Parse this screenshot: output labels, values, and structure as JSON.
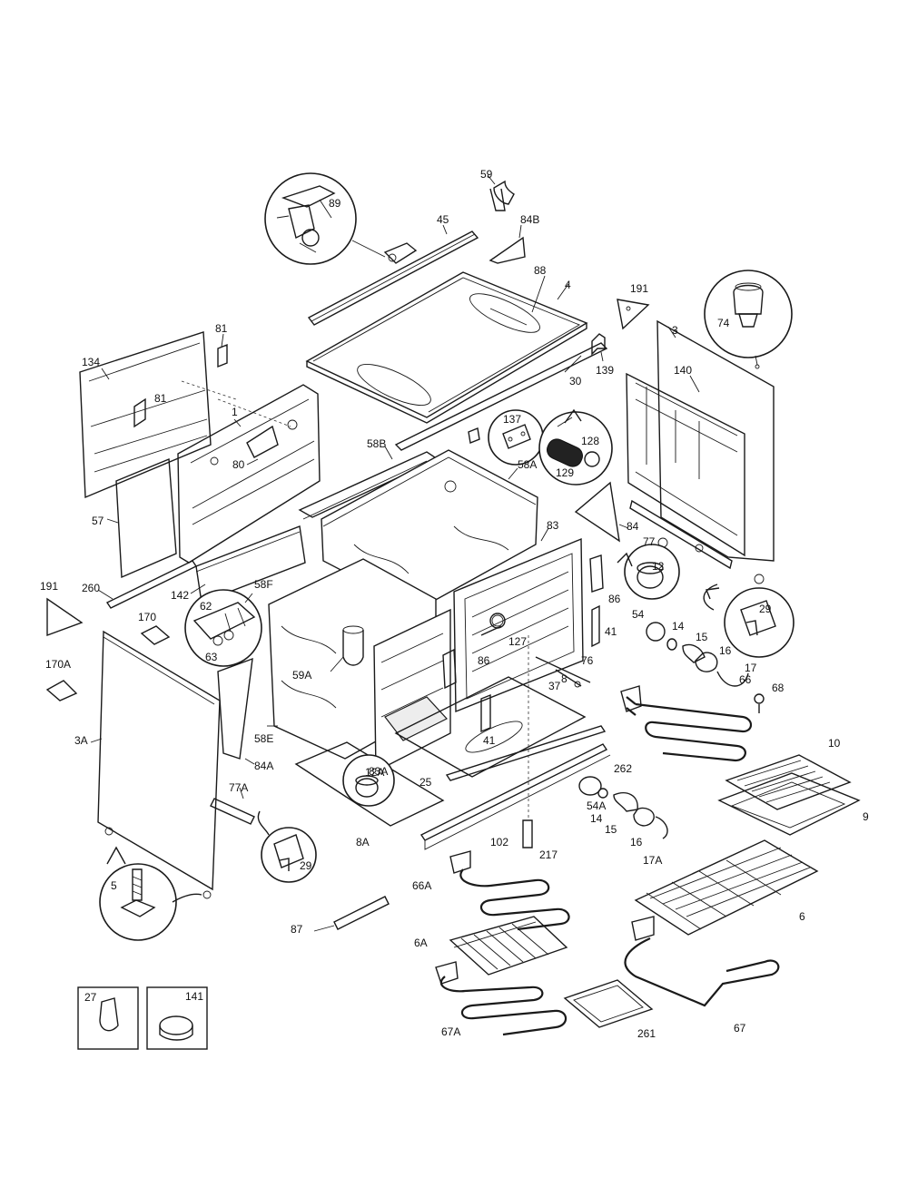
{
  "callouts": [
    {
      "id": "c59",
      "text": "59"
    },
    {
      "id": "c45",
      "text": "45"
    },
    {
      "id": "c84B",
      "text": "84B"
    },
    {
      "id": "c89",
      "text": "89"
    },
    {
      "id": "c88",
      "text": "88"
    },
    {
      "id": "c4",
      "text": "4"
    },
    {
      "id": "c191a",
      "text": "191"
    },
    {
      "id": "c3",
      "text": "3"
    },
    {
      "id": "c74",
      "text": "74"
    },
    {
      "id": "c81a",
      "text": "81"
    },
    {
      "id": "c134",
      "text": "134"
    },
    {
      "id": "c81b",
      "text": "81"
    },
    {
      "id": "c1",
      "text": "1"
    },
    {
      "id": "c139",
      "text": "139"
    },
    {
      "id": "c30",
      "text": "30"
    },
    {
      "id": "c140",
      "text": "140"
    },
    {
      "id": "c137",
      "text": "137"
    },
    {
      "id": "c128",
      "text": "128"
    },
    {
      "id": "c129",
      "text": "129"
    },
    {
      "id": "c58B",
      "text": "58B"
    },
    {
      "id": "c80",
      "text": "80"
    },
    {
      "id": "c58A",
      "text": "58A"
    },
    {
      "id": "c57",
      "text": "57"
    },
    {
      "id": "c83",
      "text": "83"
    },
    {
      "id": "c84",
      "text": "84"
    },
    {
      "id": "c77",
      "text": "77"
    },
    {
      "id": "c12",
      "text": "12"
    },
    {
      "id": "c191b",
      "text": "191"
    },
    {
      "id": "c260",
      "text": "260"
    },
    {
      "id": "c142",
      "text": "142"
    },
    {
      "id": "c58F",
      "text": "58F"
    },
    {
      "id": "c29a",
      "text": "29"
    },
    {
      "id": "c86a",
      "text": "86"
    },
    {
      "id": "c62",
      "text": "62"
    },
    {
      "id": "c170",
      "text": "170"
    },
    {
      "id": "c63",
      "text": "63"
    },
    {
      "id": "c54",
      "text": "54"
    },
    {
      "id": "c14a",
      "text": "14"
    },
    {
      "id": "c15a",
      "text": "15"
    },
    {
      "id": "c41a",
      "text": "41"
    },
    {
      "id": "c127",
      "text": "127"
    },
    {
      "id": "c16a",
      "text": "16"
    },
    {
      "id": "c170A",
      "text": "170A"
    },
    {
      "id": "c86b",
      "text": "86"
    },
    {
      "id": "c76",
      "text": "76"
    },
    {
      "id": "c17",
      "text": "17"
    },
    {
      "id": "c59A",
      "text": "59A"
    },
    {
      "id": "c37",
      "text": "37"
    },
    {
      "id": "c66",
      "text": "66"
    },
    {
      "id": "c68",
      "text": "68"
    },
    {
      "id": "c8",
      "text": "8"
    },
    {
      "id": "c3A",
      "text": "3A"
    },
    {
      "id": "c58E",
      "text": "58E"
    },
    {
      "id": "c41b",
      "text": "41"
    },
    {
      "id": "c84A",
      "text": "84A"
    },
    {
      "id": "c10",
      "text": "10"
    },
    {
      "id": "c12A",
      "text": "12A"
    },
    {
      "id": "c83A",
      "text": "83A"
    },
    {
      "id": "c25",
      "text": "25"
    },
    {
      "id": "c262",
      "text": "262"
    },
    {
      "id": "c77A",
      "text": "77A"
    },
    {
      "id": "c54A",
      "text": "54A"
    },
    {
      "id": "c9",
      "text": "9"
    },
    {
      "id": "c14b",
      "text": "14"
    },
    {
      "id": "c15b",
      "text": "15"
    },
    {
      "id": "c16b",
      "text": "16"
    },
    {
      "id": "c8A",
      "text": "8A"
    },
    {
      "id": "c102",
      "text": "102"
    },
    {
      "id": "c217",
      "text": "217"
    },
    {
      "id": "c17A",
      "text": "17A"
    },
    {
      "id": "c29b",
      "text": "29"
    },
    {
      "id": "c66A",
      "text": "66A"
    },
    {
      "id": "c5",
      "text": "5"
    },
    {
      "id": "c6",
      "text": "6"
    },
    {
      "id": "c87",
      "text": "87"
    },
    {
      "id": "c6A",
      "text": "6A"
    },
    {
      "id": "c27",
      "text": "27"
    },
    {
      "id": "c141",
      "text": "141"
    },
    {
      "id": "c67A",
      "text": "67A"
    },
    {
      "id": "c261",
      "text": "261"
    },
    {
      "id": "c67",
      "text": "67"
    }
  ]
}
